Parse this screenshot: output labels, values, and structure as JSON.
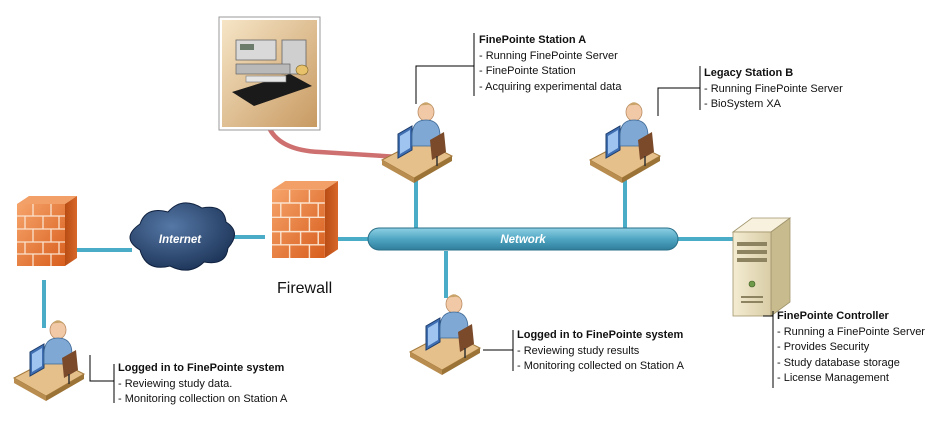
{
  "internet_label": "Internet",
  "network_label": "Network",
  "firewall_caption": "Firewall",
  "nodes": {
    "station_a": {
      "title": "FinePointe Station A",
      "items": [
        "- Running FinePointe Server",
        "- FinePointe Station",
        "- Acquiring experimental data"
      ]
    },
    "station_b": {
      "title": "Legacy Station B",
      "items": [
        "- Running FinePointe Server",
        "- BioSystem XA"
      ]
    },
    "remote_user": {
      "title": "Logged in to FinePointe system",
      "items": [
        "- Reviewing study data.",
        "- Monitoring collection on Station A"
      ]
    },
    "local_user": {
      "title": "Logged in to FinePointe system",
      "items": [
        "- Reviewing study results",
        "- Monitoring collected on Station A"
      ]
    },
    "controller": {
      "title": "FinePointe Controller",
      "items": [
        "- Running a FinePointe Server",
        "- Provides Security",
        "- Study database storage",
        "- License Management"
      ]
    }
  },
  "colors": {
    "link": "#4aacc6",
    "network_bar": "#5fb7d0",
    "firewall": "#e8722e",
    "cloud": "#243f66",
    "instrument_cable": "#cf7070"
  }
}
